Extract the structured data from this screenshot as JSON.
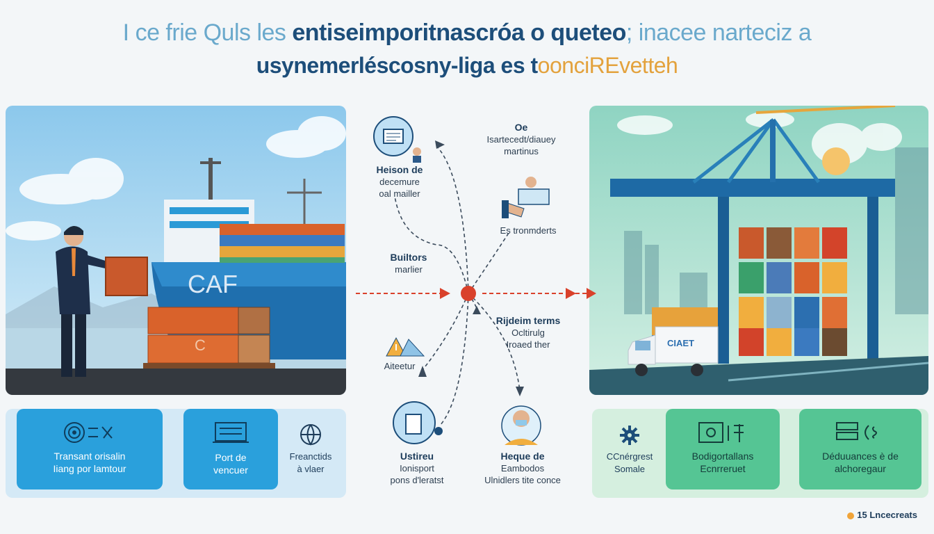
{
  "header": {
    "line1_light_a": "I  ce frie Quls les ",
    "line1_bold": "entiseimporitnascróa o queteo",
    "line1_light_b": "; inacee narteciz a",
    "line2_bold": "usynemerléscosny-liga es t",
    "line2_light": "oonciREvetteh"
  },
  "left_scene": {
    "ship_label": "CAF",
    "container_label": "C"
  },
  "right_scene": {
    "truck_label": "CIAET"
  },
  "flow": {
    "node1": {
      "title": "Heison de",
      "sub1": "decemure",
      "sub2": "oal mailler"
    },
    "node2": {
      "title": "Oe",
      "sub1": "Isartecedt/diauey",
      "sub2": "martinus"
    },
    "node3": {
      "title": "Es tronmderts"
    },
    "node4": {
      "title": "Builtors",
      "sub1": "marlier"
    },
    "node5": {
      "title": "Rijdeim terms",
      "sub1": "Ocltirulg",
      "sub2": "Iroaed ther"
    },
    "node6": {
      "title": "Aiteetur"
    },
    "node7": {
      "title": "Ustireu",
      "sub1": "Ionisport",
      "sub2": "pons d'leratst"
    },
    "node8": {
      "title": "Heque de",
      "sub1": "Eambodos",
      "sub2": "Ulnidlers tite conce"
    }
  },
  "left_cards": [
    {
      "line1": "Transant orisalin",
      "line2": "Iiang por lamtour",
      "icon": "target-icon"
    },
    {
      "line1": "Port de",
      "line2": "vencuer",
      "icon": "ship-icon"
    },
    {
      "line1": "Freanctids",
      "line2": "à vlaer",
      "icon": "globe-icon"
    }
  ],
  "right_cards": [
    {
      "line1": "CCnérgrest",
      "line2": "Somale",
      "icon": "gear-icon"
    },
    {
      "line1": "Bodigortallans",
      "line2": "Ecnrreruet",
      "icon": "document-icon"
    },
    {
      "line1": "Déduuances è de",
      "line2": "alchoregaur",
      "icon": "server-icon"
    }
  ],
  "footer": {
    "brand": "15 Lncecreats"
  },
  "colors": {
    "accent_red": "#d9412b",
    "card_blue": "#2aa0dc",
    "card_green": "#55c594",
    "navy": "#1d4e7a"
  }
}
